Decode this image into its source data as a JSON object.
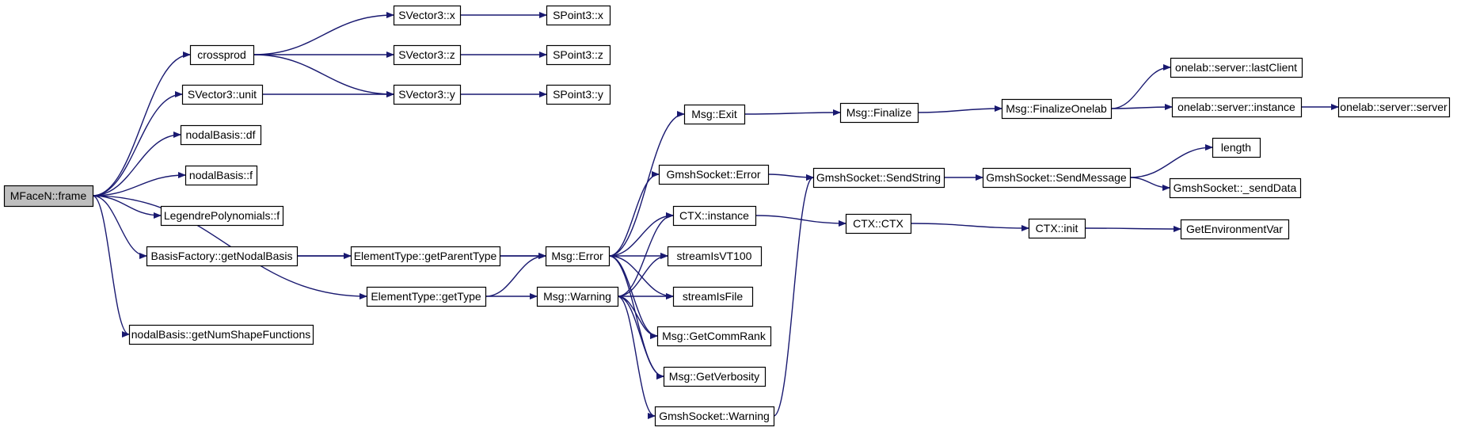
{
  "graph": {
    "colors": {
      "edge": "#191970",
      "root_fill": "#bfbfbf",
      "node_fill": "#ffffff",
      "node_border": "#000000"
    },
    "nodes": [
      {
        "id": "mfacen-frame",
        "label": "MFaceN::frame",
        "root": true
      },
      {
        "id": "crossprod",
        "label": "crossprod"
      },
      {
        "id": "svector3-unit",
        "label": "SVector3::unit"
      },
      {
        "id": "nodalbasis-df",
        "label": "nodalBasis::df"
      },
      {
        "id": "nodalbasis-f",
        "label": "nodalBasis::f"
      },
      {
        "id": "legendrepolynomials-f",
        "label": "LegendrePolynomials::f"
      },
      {
        "id": "basisfactory-getnodalbasis",
        "label": "BasisFactory::getNodalBasis"
      },
      {
        "id": "elementtype-gettype",
        "label": "ElementType::getType"
      },
      {
        "id": "nodalbasis-getnumshapefunctions",
        "label": "nodalBasis::getNumShapeFunctions"
      },
      {
        "id": "svector3-x",
        "label": "SVector3::x"
      },
      {
        "id": "svector3-z",
        "label": "SVector3::z"
      },
      {
        "id": "svector3-y",
        "label": "SVector3::y"
      },
      {
        "id": "spoint3-x",
        "label": "SPoint3::x"
      },
      {
        "id": "spoint3-z",
        "label": "SPoint3::z"
      },
      {
        "id": "spoint3-y",
        "label": "SPoint3::y"
      },
      {
        "id": "elementtype-getparenttype",
        "label": "ElementType::getParentType"
      },
      {
        "id": "msg-error",
        "label": "Msg::Error"
      },
      {
        "id": "msg-warning",
        "label": "Msg::Warning"
      },
      {
        "id": "msg-exit",
        "label": "Msg::Exit"
      },
      {
        "id": "gmshsocket-error",
        "label": "GmshSocket::Error"
      },
      {
        "id": "ctx-instance",
        "label": "CTX::instance"
      },
      {
        "id": "streamisvt100",
        "label": "streamIsVT100"
      },
      {
        "id": "streamisfile",
        "label": "streamIsFile"
      },
      {
        "id": "msg-getcommrank",
        "label": "Msg::GetCommRank"
      },
      {
        "id": "msg-getverbosity",
        "label": "Msg::GetVerbosity"
      },
      {
        "id": "gmshsocket-warning",
        "label": "GmshSocket::Warning"
      },
      {
        "id": "msg-finalize",
        "label": "Msg::Finalize"
      },
      {
        "id": "gmshsocket-sendstring",
        "label": "GmshSocket::SendString"
      },
      {
        "id": "ctx-ctx",
        "label": "CTX::CTX"
      },
      {
        "id": "msg-finalizeonelab",
        "label": "Msg::FinalizeOnelab"
      },
      {
        "id": "gmshsocket-sendmessage",
        "label": "GmshSocket::SendMessage"
      },
      {
        "id": "ctx-init",
        "label": "CTX::init"
      },
      {
        "id": "onelab-server-lastclient",
        "label": "onelab::server::lastClient"
      },
      {
        "id": "onelab-server-instance",
        "label": "onelab::server::instance"
      },
      {
        "id": "length",
        "label": "length"
      },
      {
        "id": "gmshsocket-senddata",
        "label": "GmshSocket::_sendData"
      },
      {
        "id": "getenvironmentvar",
        "label": "GetEnvironmentVar"
      },
      {
        "id": "onelab-server-server",
        "label": "onelab::server::server"
      }
    ],
    "edges": [
      [
        "mfacen-frame",
        "crossprod"
      ],
      [
        "mfacen-frame",
        "svector3-unit"
      ],
      [
        "mfacen-frame",
        "nodalbasis-df"
      ],
      [
        "mfacen-frame",
        "nodalbasis-f"
      ],
      [
        "mfacen-frame",
        "legendrepolynomials-f"
      ],
      [
        "mfacen-frame",
        "basisfactory-getnodalbasis"
      ],
      [
        "mfacen-frame",
        "elementtype-gettype"
      ],
      [
        "mfacen-frame",
        "nodalbasis-getnumshapefunctions"
      ],
      [
        "crossprod",
        "svector3-x"
      ],
      [
        "crossprod",
        "svector3-z"
      ],
      [
        "crossprod",
        "svector3-y"
      ],
      [
        "svector3-unit",
        "svector3-y"
      ],
      [
        "svector3-x",
        "spoint3-x"
      ],
      [
        "svector3-z",
        "spoint3-z"
      ],
      [
        "svector3-y",
        "spoint3-y"
      ],
      [
        "basisfactory-getnodalbasis",
        "elementtype-getparenttype"
      ],
      [
        "basisfactory-getnodalbasis",
        "msg-error"
      ],
      [
        "elementtype-getparenttype",
        "msg-error"
      ],
      [
        "elementtype-gettype",
        "msg-error"
      ],
      [
        "elementtype-gettype",
        "msg-warning"
      ],
      [
        "msg-error",
        "msg-exit"
      ],
      [
        "msg-error",
        "gmshsocket-error"
      ],
      [
        "msg-error",
        "ctx-instance"
      ],
      [
        "msg-error",
        "streamisvt100"
      ],
      [
        "msg-error",
        "streamisfile"
      ],
      [
        "msg-error",
        "msg-getcommrank"
      ],
      [
        "msg-error",
        "msg-getverbosity"
      ],
      [
        "msg-warning",
        "ctx-instance"
      ],
      [
        "msg-warning",
        "streamisvt100"
      ],
      [
        "msg-warning",
        "streamisfile"
      ],
      [
        "msg-warning",
        "msg-getcommrank"
      ],
      [
        "msg-warning",
        "msg-getverbosity"
      ],
      [
        "msg-warning",
        "gmshsocket-warning"
      ],
      [
        "msg-exit",
        "msg-finalize"
      ],
      [
        "gmshsocket-error",
        "gmshsocket-sendstring"
      ],
      [
        "gmshsocket-warning",
        "gmshsocket-sendstring"
      ],
      [
        "ctx-instance",
        "ctx-ctx"
      ],
      [
        "msg-finalize",
        "msg-finalizeonelab"
      ],
      [
        "msg-finalizeonelab",
        "onelab-server-lastclient"
      ],
      [
        "msg-finalizeonelab",
        "onelab-server-instance"
      ],
      [
        "onelab-server-instance",
        "onelab-server-server"
      ],
      [
        "gmshsocket-sendstring",
        "gmshsocket-sendmessage"
      ],
      [
        "gmshsocket-sendmessage",
        "length"
      ],
      [
        "gmshsocket-sendmessage",
        "gmshsocket-senddata"
      ],
      [
        "ctx-ctx",
        "ctx-init"
      ],
      [
        "ctx-init",
        "getenvironmentvar"
      ]
    ]
  }
}
